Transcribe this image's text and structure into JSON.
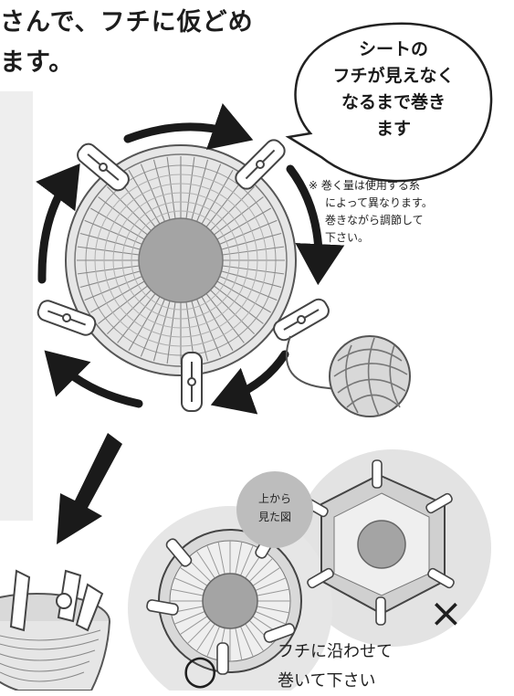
{
  "header": {
    "line1": "さんで、フチに仮どめ",
    "line2": "ます。"
  },
  "speech_bubble": {
    "lines": [
      "シートの",
      "フチが見えなく",
      "なるまで巻き",
      "ます"
    ]
  },
  "note": {
    "mark": "※",
    "lines": [
      "巻く量は使用する糸",
      "によって異なります。",
      "巻きながら調節して",
      "下さい。"
    ]
  },
  "top_view_label": [
    "上から",
    "見た図"
  ],
  "comparison": {
    "good_symbol": "○",
    "bad_symbol": "×"
  },
  "caption": [
    "フチに沿わせて",
    "巻いて下さい"
  ],
  "colors": {
    "text": "#1d1d1d",
    "bubble_gray": "#bdbdbd",
    "circle_light": "#e3e3e3",
    "arrow": "#1a1a1a",
    "basket_center": "#a4a4a4"
  }
}
